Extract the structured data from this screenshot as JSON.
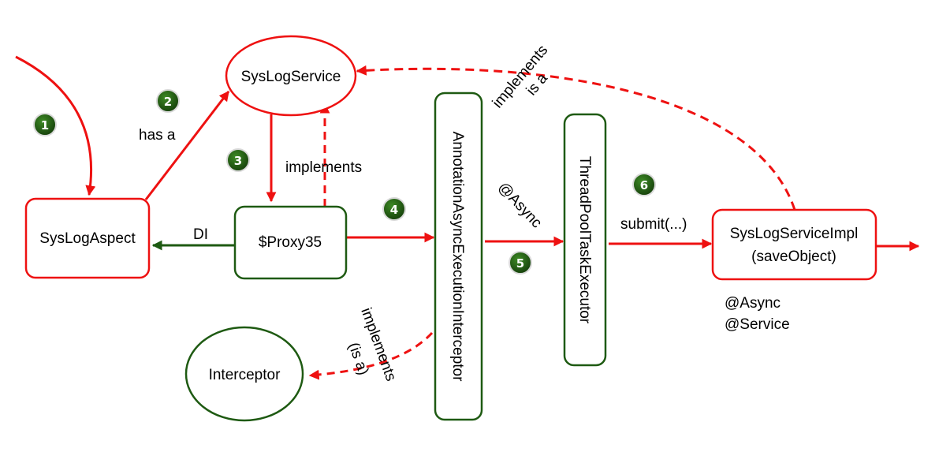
{
  "colors": {
    "red": "#ee1111",
    "green": "#1e5a12",
    "dark_green_badge": "#1f5a10",
    "text": "#000000"
  },
  "nodes": {
    "syslog_aspect": "SysLogAspect",
    "syslog_service": "SysLogService",
    "proxy": "$Proxy35",
    "async_interceptor": "AnnotationAsyncExecutionInterceptor",
    "thread_pool": "ThreadPoolTaskExecutor",
    "service_impl_line1": "SysLogServiceImpl",
    "service_impl_line2": "(saveObject)",
    "interceptor": "Interceptor"
  },
  "labels": {
    "has_a": "has a",
    "implements": "implements",
    "di": "DI",
    "async": "@Async",
    "submit": "submit(...)",
    "implements_is_a_line1": "implements",
    "implements_is_a_line2": "is a",
    "implements_isa_line1": "implements",
    "implements_isa_line2": "(is a)",
    "annotation_async": "@Async",
    "annotation_service": "@Service"
  },
  "steps": [
    "1",
    "2",
    "3",
    "4",
    "5",
    "6"
  ]
}
